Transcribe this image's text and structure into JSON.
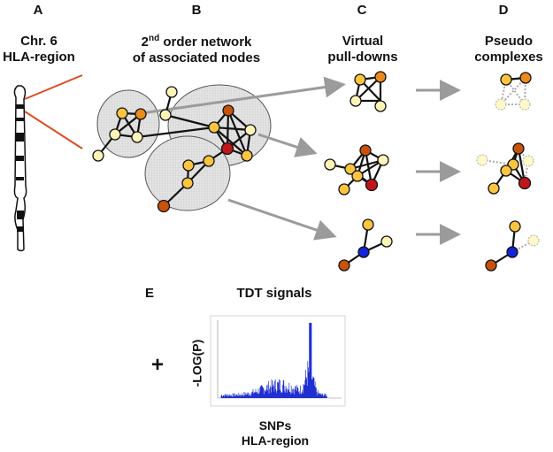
{
  "panels": {
    "a": {
      "letter": "A",
      "title_line1": "Chr. 6",
      "title_line2": "HLA-region"
    },
    "b": {
      "letter": "B",
      "title_line1_num": "2",
      "title_line1_sup": "nd",
      "title_line1_rest": " order network",
      "title_line2": "of associated nodes"
    },
    "c": {
      "letter": "C",
      "title_line1": "Virtual",
      "title_line2": "pull-downs"
    },
    "d": {
      "letter": "D",
      "title_line1": "Pseudo",
      "title_line2": "complexes"
    },
    "e": {
      "letter": "E",
      "title": "TDT signals",
      "plus": "+",
      "ylabel": "-LOG(P)",
      "xlabel_line1": "SNPs",
      "xlabel_line2": "HLA-region"
    }
  },
  "colors": {
    "node_pale": "#fff4b8",
    "node_yellow": "#fbc540",
    "node_orange": "#ec8a1c",
    "node_darkorange": "#c9520a",
    "node_red": "#c0161a",
    "node_blue": "#1224d6",
    "arrow": "#9b9b9b",
    "chrom_link": "#e04a1f",
    "signal": "#1f2fd0"
  }
}
